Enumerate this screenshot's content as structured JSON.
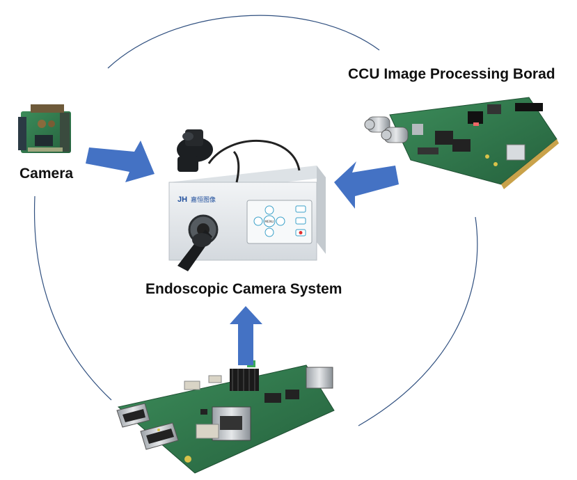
{
  "labels": {
    "camera": "Camera",
    "ccu_board": "CCU Image Processing Borad",
    "endoscopic_system": "Endoscopic Camera System"
  },
  "device": {
    "brand": "嘉恒图像",
    "menu_button": "MENU"
  },
  "colors": {
    "arrow": "#4472C4",
    "circle": "#2F4F7F",
    "pcb_green": "#2E7D4F",
    "device_body": "#E8ECEF"
  },
  "icons": [
    "arrow-right-icon",
    "arrow-left-icon",
    "arrow-up-icon",
    "cycle-circle-icon"
  ]
}
